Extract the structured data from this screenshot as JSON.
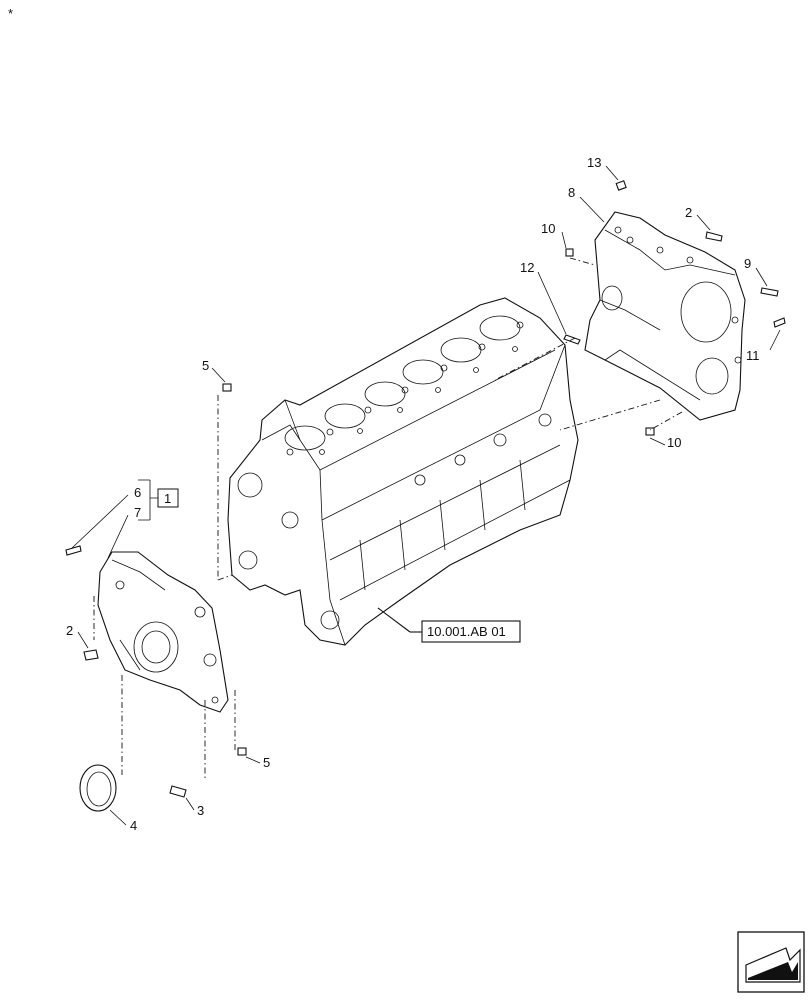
{
  "page_mark": "*",
  "callouts": {
    "c13": "13",
    "c8": "8",
    "c2_top": "2",
    "c10_top": "10",
    "c9": "9",
    "c12": "12",
    "c11": "11",
    "c10_bottom": "10",
    "c5_top": "5",
    "c6": "6",
    "c7": "7",
    "c1": "1",
    "c2_left": "2",
    "c5_bottom": "5",
    "c3": "3",
    "c4": "4"
  },
  "reference_label": "10.001.AB 01",
  "icons": {
    "nav": "next-page-arrow-icon"
  }
}
